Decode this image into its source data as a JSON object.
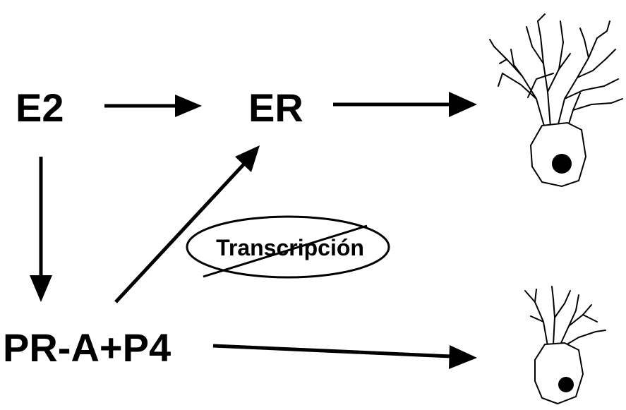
{
  "nodes": {
    "e2": "E2",
    "er": "ER",
    "pr_a_p4": "PR-A+P4"
  },
  "blocked_process": {
    "label": "Transcripción"
  },
  "figures": {
    "upper_neuron_icon": "neuron-many-dendrites-icon",
    "lower_neuron_icon": "neuron-few-dendrites-icon"
  },
  "colors": {
    "ink": "#000000",
    "background": "#ffffff"
  }
}
